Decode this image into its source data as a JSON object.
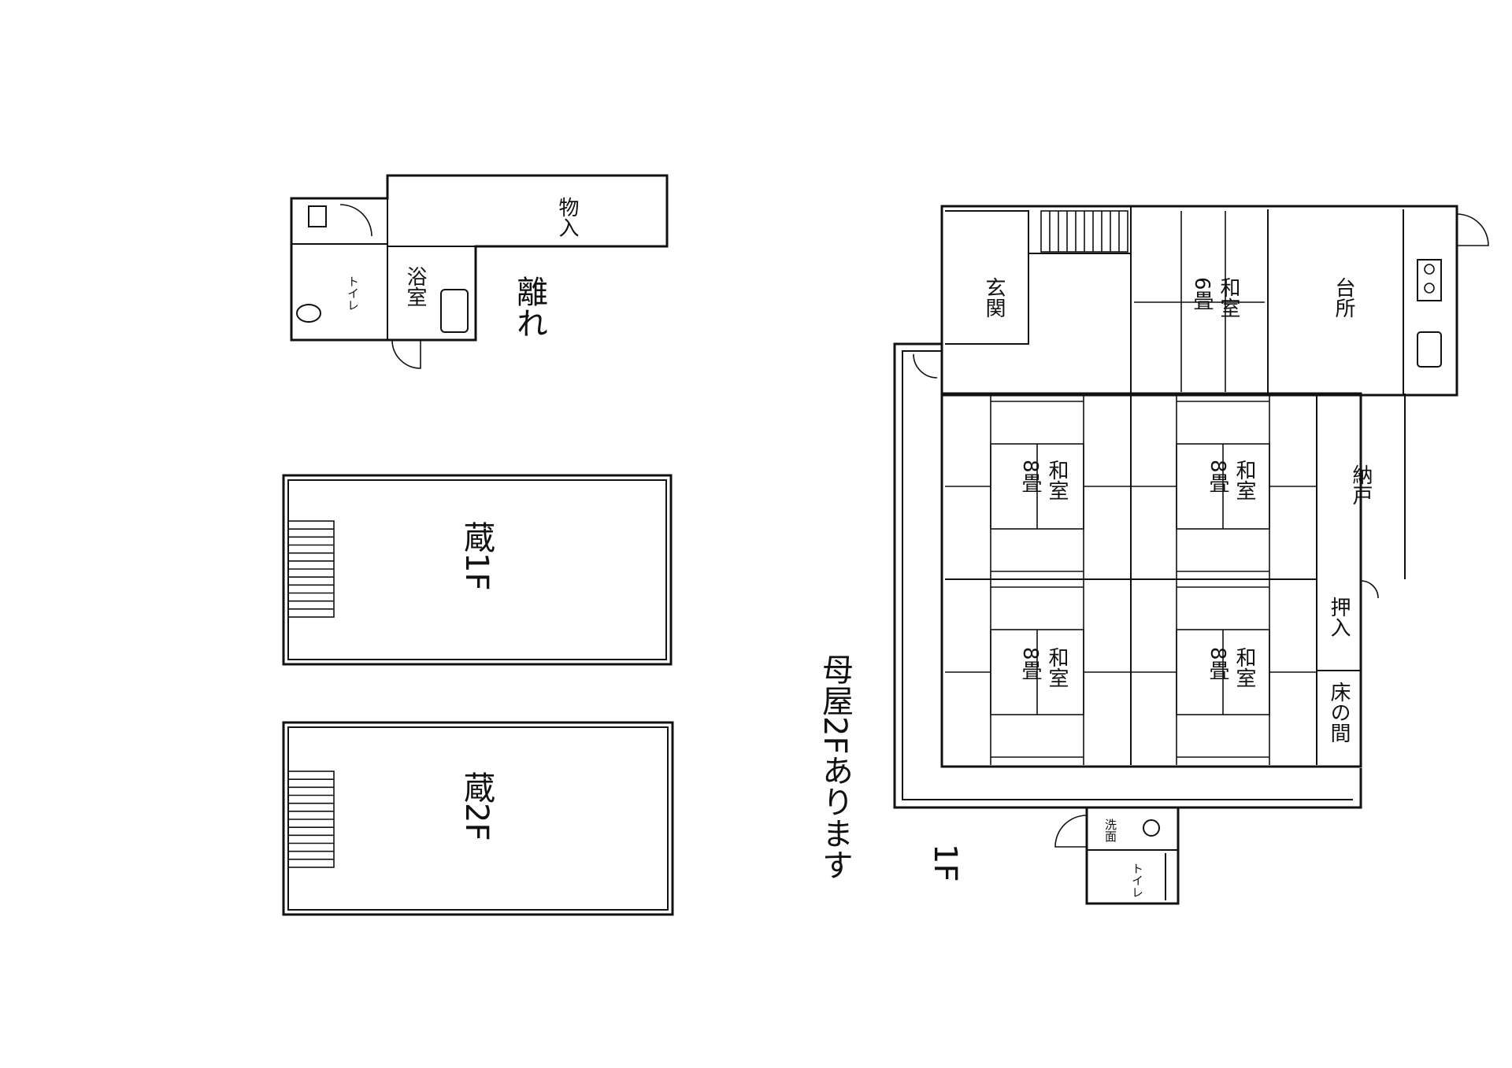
{
  "annex": {
    "name": "離れ",
    "rooms": {
      "storage": "物入",
      "bath": "浴室",
      "toilet": "トイレ"
    }
  },
  "storehouse": {
    "floor1": "蔵1F",
    "floor2": "蔵2F"
  },
  "main_house": {
    "floor_label": "1F",
    "note": "母屋2Fあります",
    "rooms": {
      "entrance": "玄関",
      "washitsu_6": "和室\n6畳",
      "kitchen": "台所",
      "washitsu_8_a": "和室\n8畳",
      "washitsu_8_b": "和室\n8畳",
      "washitsu_8_c": "和室\n8畳",
      "washitsu_8_d": "和室\n8畳",
      "nando": "納戸",
      "oshiire": "押入",
      "tokonoma": "床の間",
      "washroom": "洗面",
      "toilet": "トイレ"
    }
  }
}
